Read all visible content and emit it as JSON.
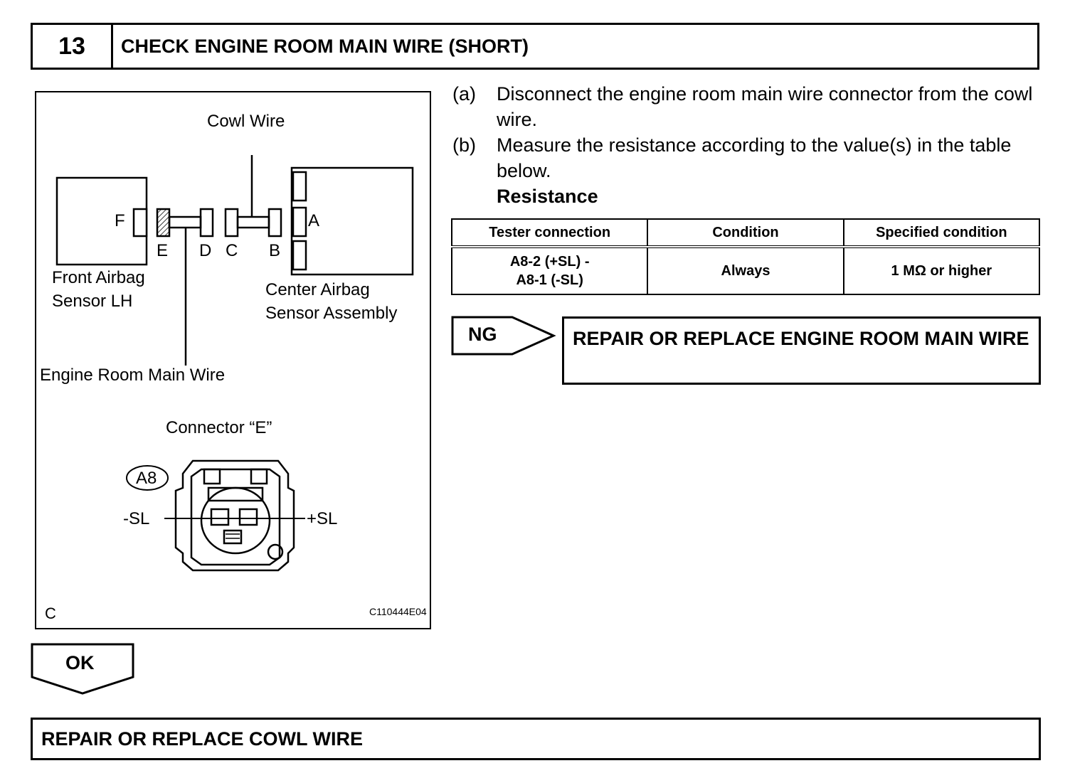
{
  "step": {
    "number": "13",
    "title": "CHECK ENGINE ROOM MAIN WIRE (SHORT)"
  },
  "figure": {
    "labels": {
      "cowl_wire": "Cowl Wire",
      "front_sensor_line1": "Front Airbag",
      "front_sensor_line2": "Sensor LH",
      "center_sensor_line1": "Center Airbag",
      "center_sensor_line2": "Sensor Assembly",
      "engine_room_main_wire": "Engine Room Main Wire",
      "connector_title": "Connector “E”",
      "connector_id": "A8",
      "minus_sl": "-SL",
      "plus_sl": "+SL",
      "corner_code": "C",
      "figure_id": "C110444E04"
    },
    "connector_letters": {
      "a": "A",
      "b": "B",
      "c": "C",
      "d": "D",
      "e": "E",
      "f": "F"
    }
  },
  "instructions": [
    {
      "label": "(a)",
      "text": "Disconnect the engine room main wire connector from the cowl wire."
    },
    {
      "label": "(b)",
      "text": "Measure the resistance according to the value(s) in the table below."
    }
  ],
  "resistance_heading": "Resistance",
  "table": {
    "headers": [
      "Tester connection",
      "Condition",
      "Specified condition"
    ],
    "rows": [
      {
        "tester_line1": "A8-2 (+SL) -",
        "tester_line2": "A8-1 (-SL)",
        "condition": "Always",
        "specified": "1 MΩ or higher"
      }
    ]
  },
  "ng": {
    "label": "NG",
    "action": "REPAIR OR REPLACE ENGINE ROOM MAIN WIRE"
  },
  "ok": {
    "label": "OK"
  },
  "final_action": "REPAIR OR REPLACE COWL WIRE"
}
